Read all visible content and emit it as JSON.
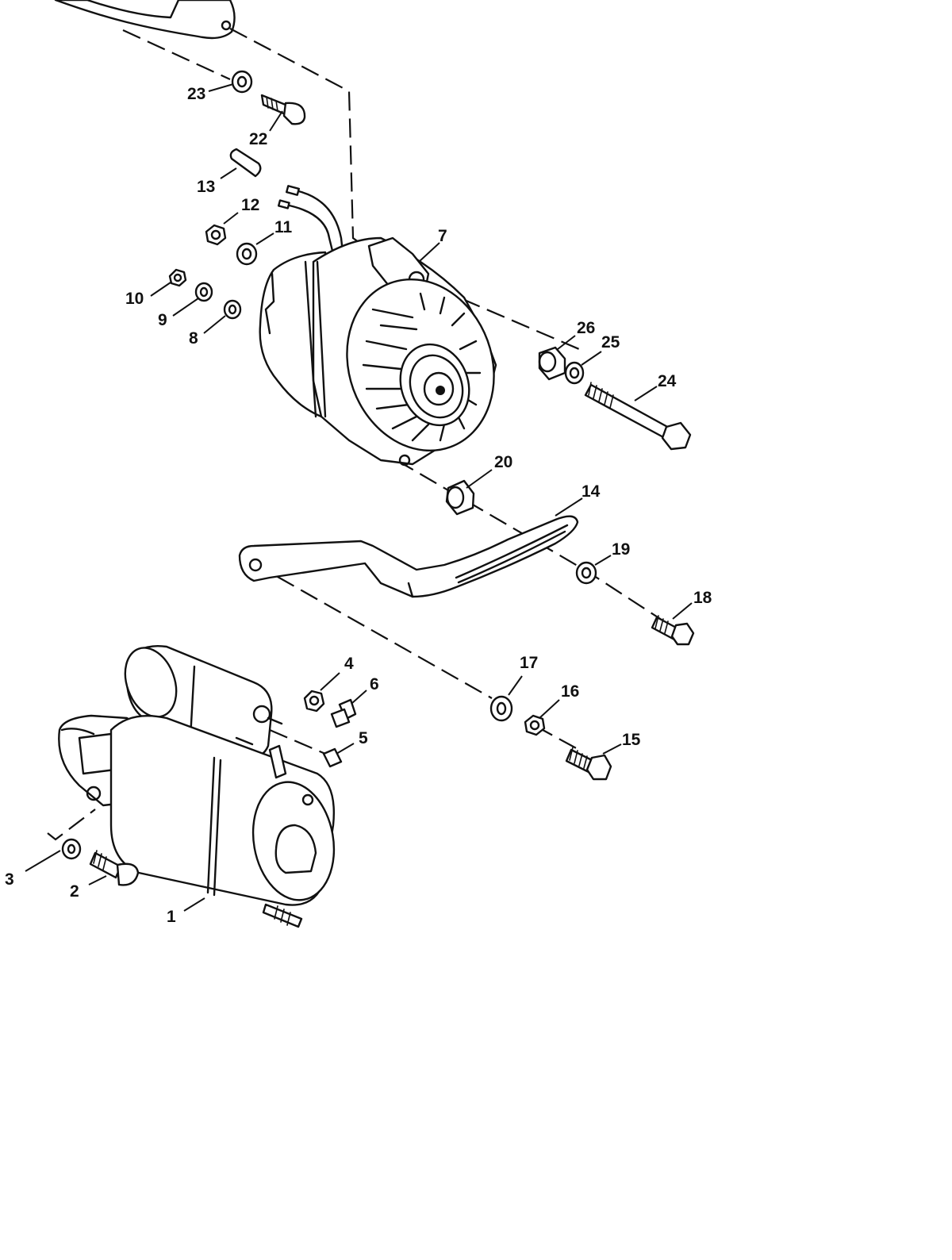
{
  "callouts": {
    "c1": "1",
    "c2": "2",
    "c3": "3",
    "c4": "4",
    "c5": "5",
    "c6": "6",
    "c7": "7",
    "c8": "8",
    "c9": "9",
    "c10": "10",
    "c11": "11",
    "c12": "12",
    "c13": "13",
    "c14": "14",
    "c15": "15",
    "c16": "16",
    "c17": "17",
    "c18": "18",
    "c19": "19",
    "c20": "20",
    "c22": "22",
    "c23": "23",
    "c24": "24",
    "c25": "25",
    "c26": "26"
  },
  "colors": {
    "ink": "#111111",
    "paper": "#ffffff"
  }
}
